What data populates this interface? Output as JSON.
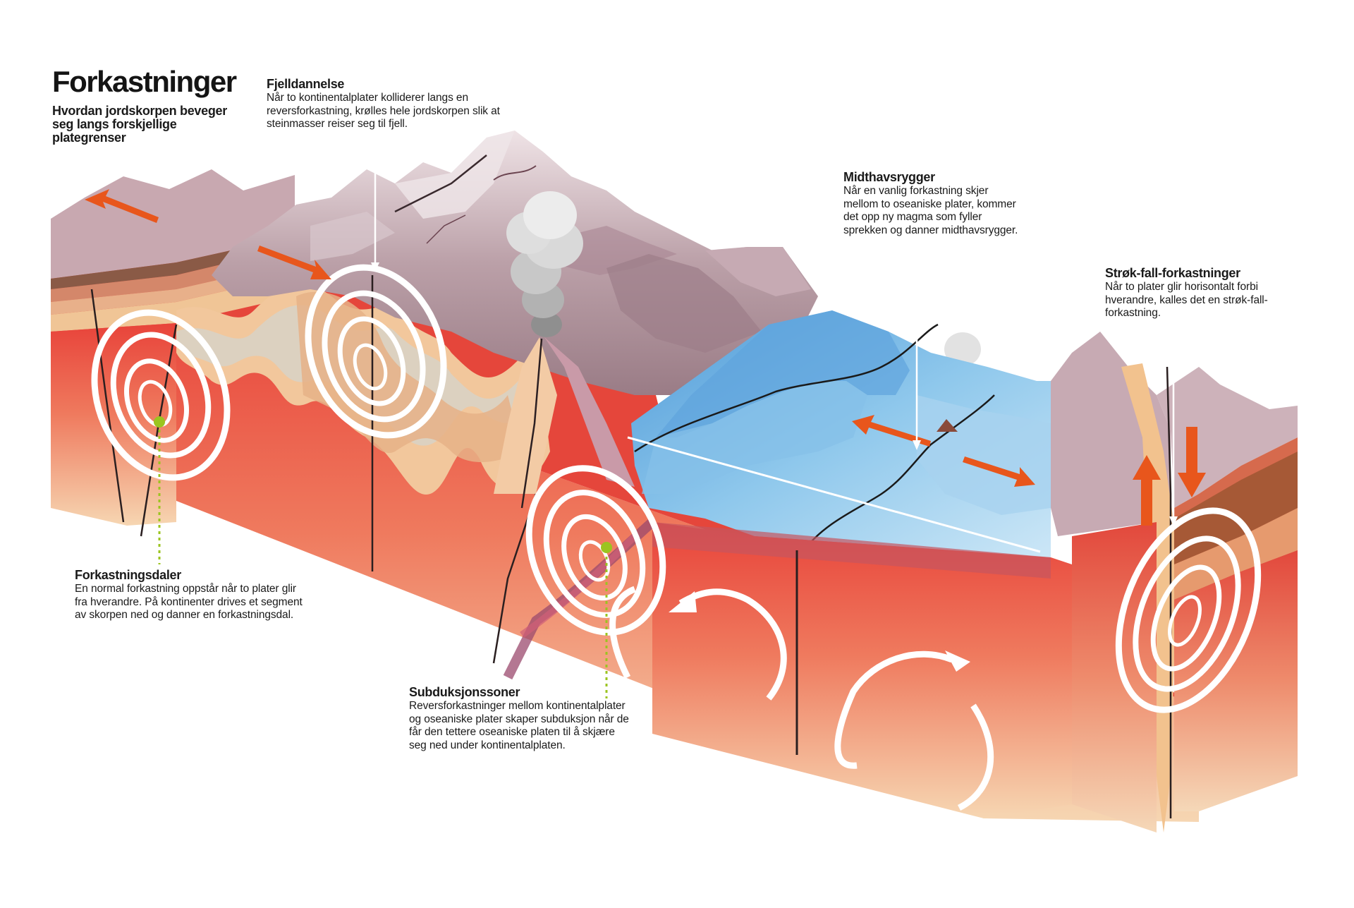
{
  "header": {
    "title": "Forkastninger",
    "subtitle": "Hvordan jordskorpen beveger seg langs forskjellige plategrenser"
  },
  "annotations": {
    "fjelldannelse": {
      "title": "Fjelldannelse",
      "body": "Når to kontinentalplater kolliderer langs en reversforkastning, krølles hele jordskorpen slik at steinmasser reiser seg til fjell."
    },
    "midthavsrygger": {
      "title": "Midthavsrygger",
      "body": "Når en vanlig forkastning skjer mellom to oseaniske plater, kommer det opp ny magma som fyller sprekken og danner midthavsrygger."
    },
    "strok_fall": {
      "title": "Strøk-fall-forkastninger",
      "body": "Når to plater glir horisontalt forbi hverandre, kalles det en strøk-fall-forkastning."
    },
    "forkastningsdaler": {
      "title": "Forkastningsdaler",
      "body": "En normal forkastning oppstår når to plater glir fra hverandre. På kontinenter drives et segment av skorpen ned og danner en forkastningsdal."
    },
    "subduksjonssoner": {
      "title": "Subduksjonssoner",
      "body": "Reversforkastninger mellom kontinentalplater og oseaniske plater skaper subduksjon når de får den tettere oseaniske platen til å skjære seg ned under kontinentalplaten."
    }
  },
  "colors": {
    "mantle_red": "#e8433a",
    "crust_tan": "#f2c8a0",
    "mountain_mauve": "#b89aa3",
    "ocean_blue": "#7fbde6",
    "arrow_orange": "#e8561c",
    "marker_green": "#9bc420"
  },
  "icons": [
    "quake-ring-icon",
    "arrow-diverge-icon",
    "arrow-updown-icon",
    "convection-arrow-icon",
    "smoke-plume-icon"
  ]
}
